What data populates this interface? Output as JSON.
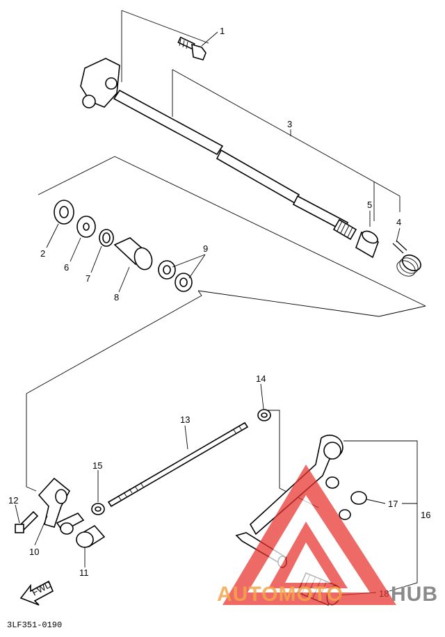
{
  "diagram_code": "3LF351-0190",
  "fwd_label": "FWD",
  "callouts": {
    "c1": "1",
    "c2": "2",
    "c3": "3",
    "c4": "4",
    "c5": "5",
    "c6": "6",
    "c7": "7",
    "c8": "8",
    "c9": "9",
    "c10": "10",
    "c11": "11",
    "c12": "12",
    "c13": "13",
    "c14": "14",
    "c15": "15",
    "c16": "16",
    "c17": "17",
    "c18": "18"
  },
  "watermark": {
    "brand_left": "AUTOMOTO",
    "brand_right": "HUB",
    "colors": {
      "orange": "#f5a54a",
      "gray": "#8a8a8a",
      "red": "#e8322e"
    }
  }
}
